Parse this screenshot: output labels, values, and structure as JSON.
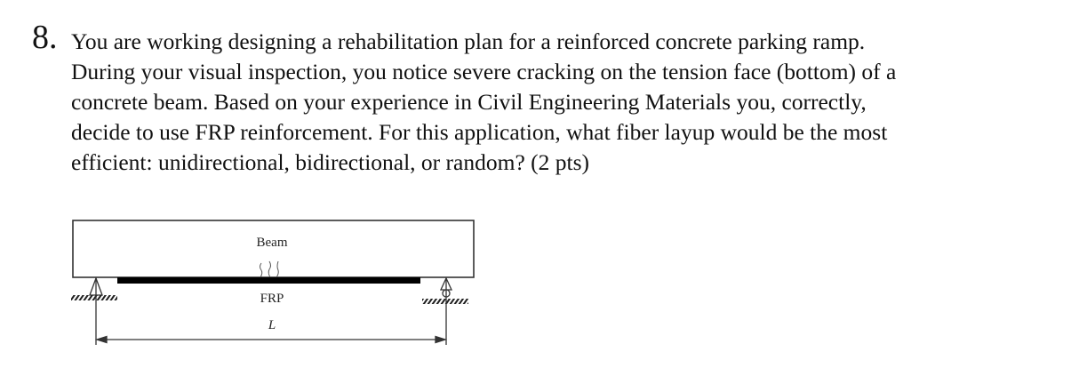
{
  "question": {
    "number": "8.",
    "lines": [
      "You are working designing a rehabilitation plan for a reinforced concrete parking ramp.",
      "During your visual inspection, you notice severe cracking on the tension face (bottom) of a",
      "concrete beam. Based on your experience in Civil Engineering Materials you, correctly,",
      "decide to use FRP reinforcement. For this application, what fiber layup would be the most",
      "efficient: unidirectional, bidirectional, or random? (2 pts)"
    ]
  },
  "figure": {
    "beam_label": "Beam",
    "frp_label": "FRP",
    "span_label": "L",
    "left_support": "pin-support-icon",
    "right_support": "roller-support-icon",
    "cracks": "crack-lines-icon"
  }
}
